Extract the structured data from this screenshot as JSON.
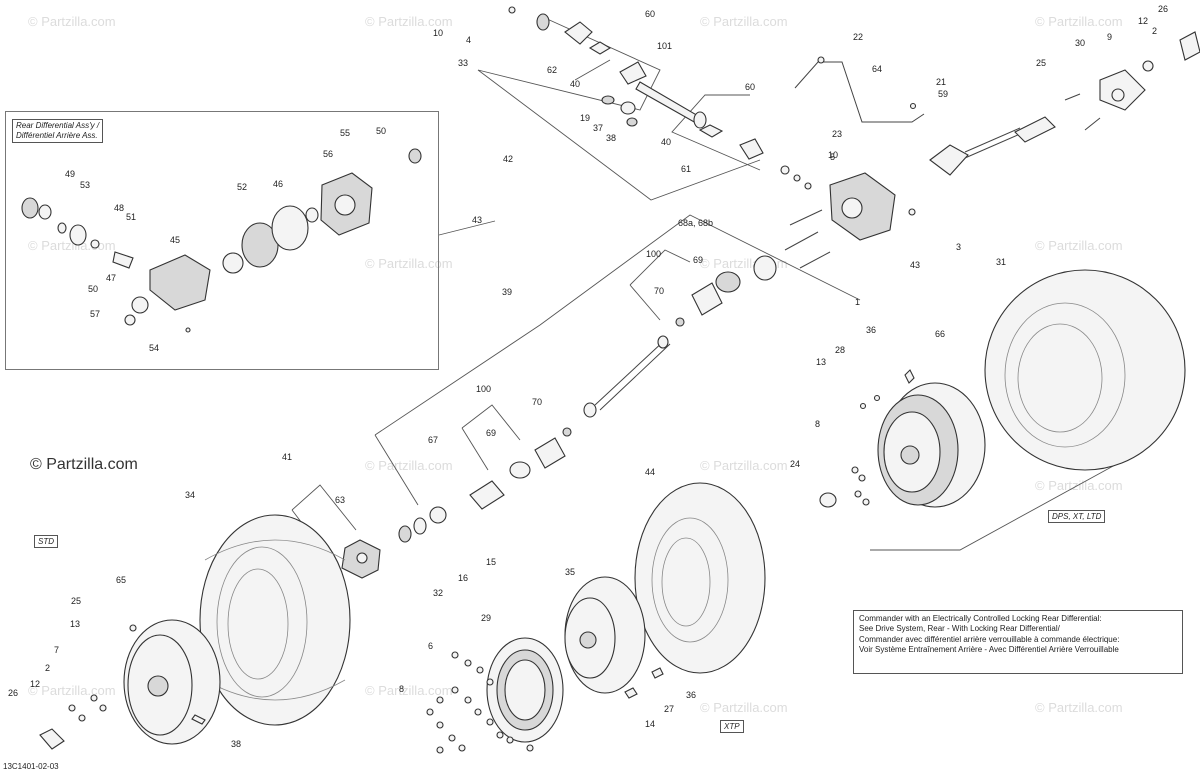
{
  "inset": {
    "title_line1": "Rear Differential Ass'y /",
    "title_line2": "Différentiel Arrière Ass."
  },
  "tags": {
    "std": "STD",
    "xtp": "XTP",
    "dps": "DPS, XT, LTD"
  },
  "note": {
    "line1": "Commander with an Electrically Controlled Locking Rear Differential:",
    "line2": "See Drive System, Rear - With Locking Rear Differential/",
    "line3": "Commander avec différentiel arrière verrouillable à commande électrique:",
    "line4": "Voir Système Entraînement Arrière - Avec Différentiel Arrière Verrouillable"
  },
  "copyright": "© Partzilla.com",
  "watermark": "© Partzilla.com",
  "part_number": "13C1401-02-03",
  "callouts": [
    "10",
    "4",
    "33",
    "62",
    "60",
    "101",
    "40",
    "19",
    "37",
    "38",
    "60",
    "40",
    "61",
    "42",
    "22",
    "64",
    "21",
    "59",
    "23",
    "5",
    "10",
    "3",
    "43",
    "25",
    "30",
    "12",
    "2",
    "9",
    "26",
    "43",
    "68a, 68b",
    "100",
    "69",
    "70",
    "39",
    "1",
    "31",
    "36",
    "66",
    "13",
    "28",
    "8",
    "24",
    "100",
    "70",
    "69",
    "67",
    "41",
    "63",
    "34",
    "32",
    "16",
    "15",
    "44",
    "35",
    "29",
    "6",
    "8",
    "36",
    "27",
    "14",
    "65",
    "25",
    "13",
    "7",
    "2",
    "12",
    "26",
    "38",
    "55",
    "50",
    "56",
    "49",
    "53",
    "48",
    "51",
    "52",
    "46",
    "45",
    "47",
    "50",
    "57",
    "54"
  ]
}
